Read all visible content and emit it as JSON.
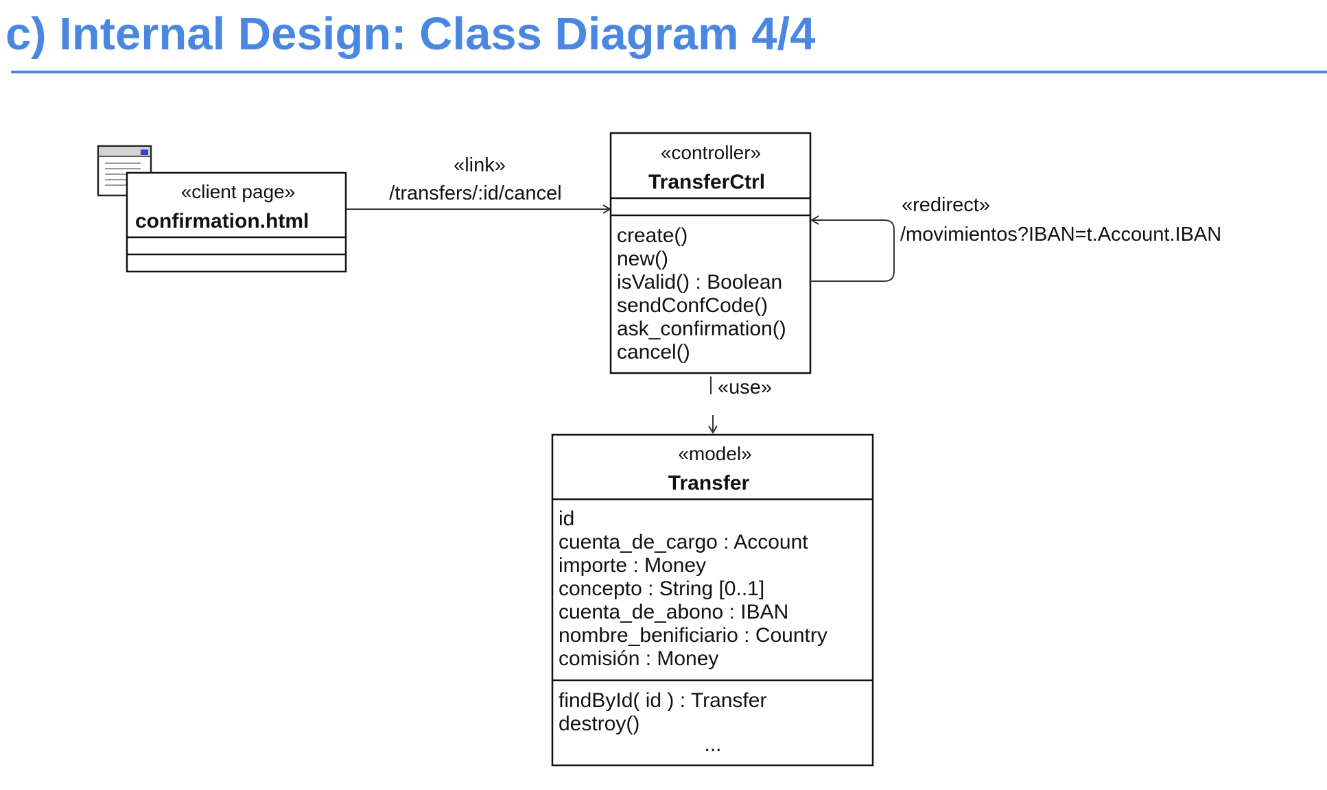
{
  "title": "c) Internal Design: Class Diagram 4/4",
  "client_page": {
    "stereotype": "«client page»",
    "name": "confirmation.html",
    "icon": "web-page-icon"
  },
  "controller": {
    "stereotype": "«controller»",
    "name": "TransferCtrl",
    "operations": [
      "create()",
      "new()",
      "isValid() : Boolean",
      "sendConfCode()",
      "ask_confirmation()",
      "cancel()"
    ]
  },
  "model": {
    "stereotype": "«model»",
    "name": "Transfer",
    "attributes": [
      "id",
      "cuenta_de_cargo : Account",
      "importe : Money",
      "concepto : String [0..1]",
      "cuenta_de_abono : IBAN",
      "nombre_benificiario : Country",
      "comisión : Money"
    ],
    "operations": [
      "findById( id ) : Transfer",
      "destroy()"
    ],
    "ellipsis": "..."
  },
  "relations": {
    "link": {
      "stereotype": "«link»",
      "path": "/transfers/:id/cancel"
    },
    "redirect": {
      "stereotype": "«redirect»",
      "path": "/movimientos?IBAN=t.Account.IBAN"
    },
    "use": {
      "stereotype": "«use»"
    }
  }
}
